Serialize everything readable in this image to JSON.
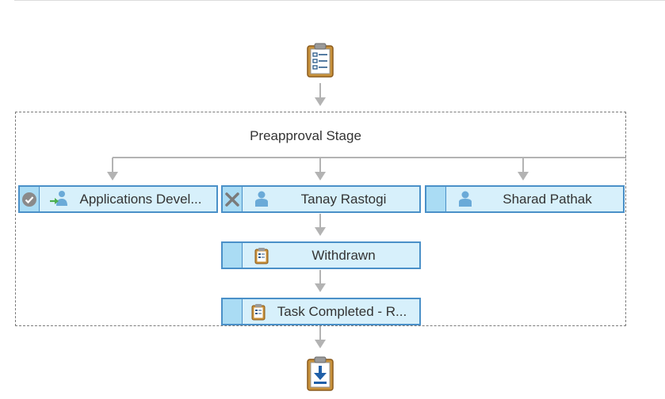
{
  "stage": {
    "title": "Preapproval Stage"
  },
  "start": {
    "icon": "clipboard-list-icon"
  },
  "end": {
    "icon": "clipboard-download-icon"
  },
  "approvers": [
    {
      "label": "Applications Devel...",
      "status": "approved",
      "icon": "group-assign-icon"
    },
    {
      "label": "Tanay Rastogi",
      "status": "rejected",
      "icon": "user-icon"
    },
    {
      "label": "Sharad Pathak",
      "status": "pending",
      "icon": "user-icon"
    }
  ],
  "steps": [
    {
      "label": "Withdrawn",
      "icon": "clipboard-icon"
    },
    {
      "label": "Task Completed - R...",
      "icon": "clipboard-icon"
    }
  ],
  "colors": {
    "node_border": "#4a90c8",
    "node_fill": "#d7f0fb",
    "status_fill": "#aadcf4",
    "connector": "#b3b3b3"
  }
}
